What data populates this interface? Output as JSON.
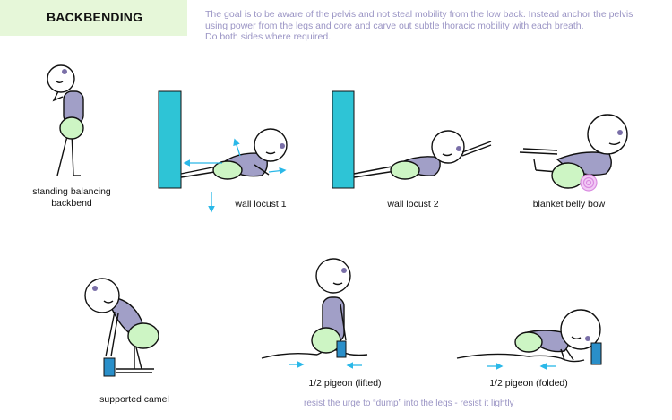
{
  "title": "BACKBENDING",
  "description": {
    "line1": "The goal is to be aware of the pelvis and not steal mobility from the low back. Instead anchor the pelvis",
    "line2": "using power from the legs and core and carve out subtle thoracic mobility with each breath.",
    "line3": "Do both sides where required."
  },
  "poses": {
    "standing_balancing_backbend": {
      "line1": "standing balancing",
      "line2": "backbend"
    },
    "wall_locust_1": "wall locust 1",
    "wall_locust_2": "wall locust 2",
    "blanket_belly_bow": "blanket belly bow",
    "supported_camel": "supported camel",
    "pigeon_lifted": "1/2 pigeon (lifted)",
    "pigeon_folded": "1/2 pigeon (folded)"
  },
  "footnote": "resist the urge to “dump” into the legs - resist it lightly",
  "colors": {
    "title_bg": "#e6f7d9",
    "description_text": "#9a94c4",
    "wall": "#2ec4d6",
    "arrow": "#2ab8e8",
    "torso": "#a19fc7",
    "pelvis": "#cdf5c4",
    "block": "#2a8fc9",
    "blanket": "#d98be0"
  }
}
